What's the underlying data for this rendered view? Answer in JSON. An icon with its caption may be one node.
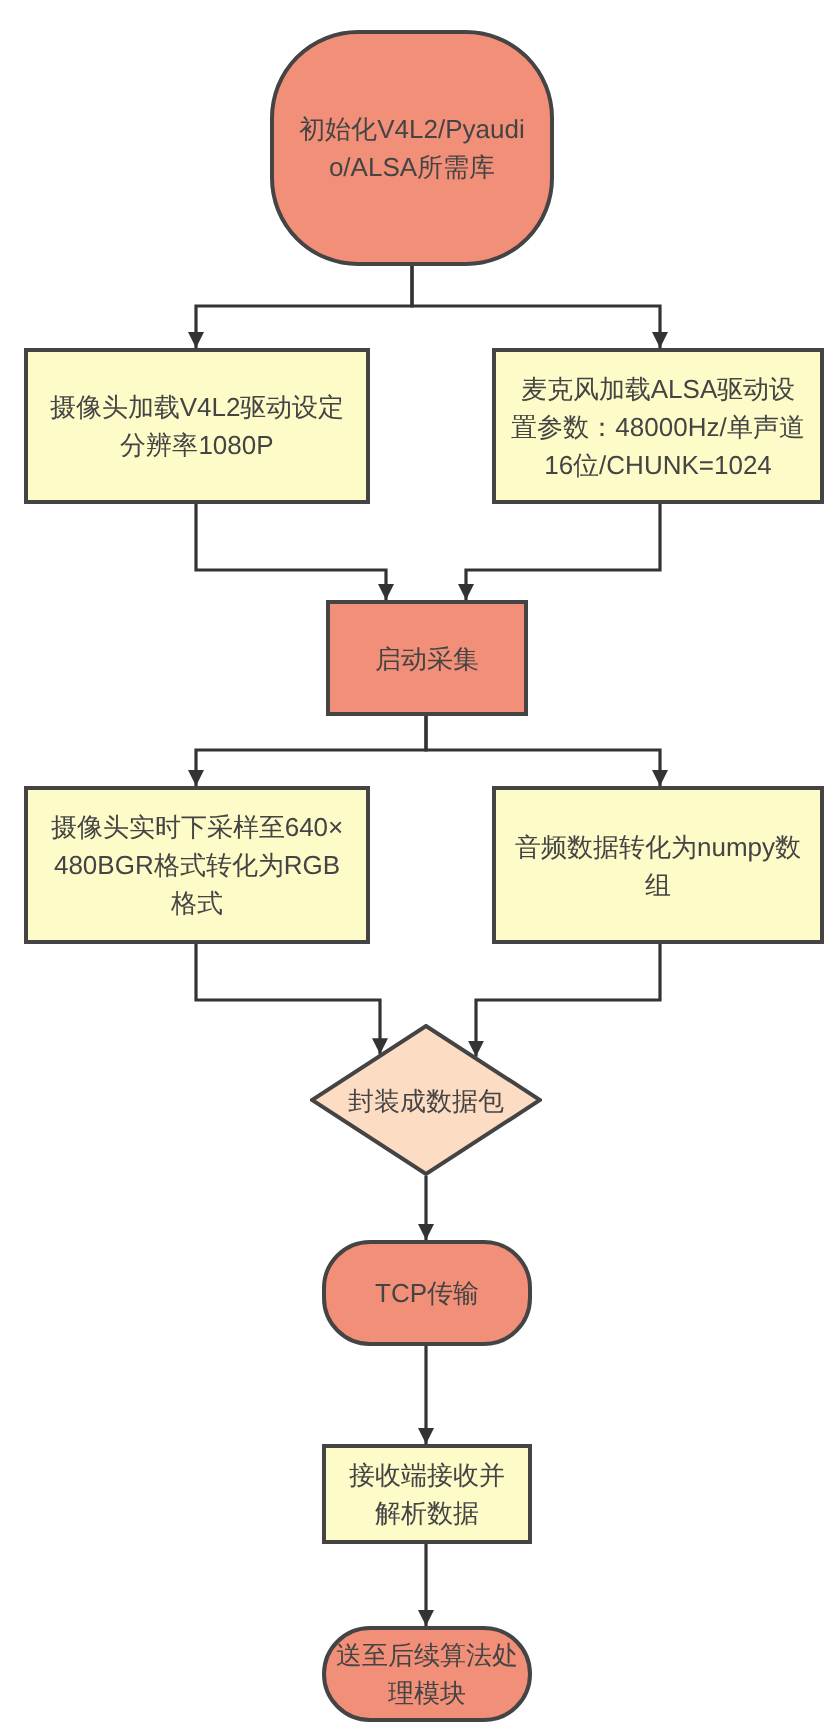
{
  "diagram": {
    "nodes": [
      {
        "text": [
          "初始化V4L2/Pyaudio/ALSA所需库"
        ]
      },
      {
        "text": [
          "摄像头加载V4L2驱动设定分辨率1080P"
        ]
      },
      {
        "text": [
          "麦克风加载ALSA驱动设置参数：48000Hz/单声道16位/CHUNK=1024"
        ]
      },
      {
        "text": [
          "启动采集"
        ]
      },
      {
        "text": [
          "摄像头实时下采样至640×480BGR格式转化为RGB格式"
        ]
      },
      {
        "text": [
          "音频数据转化为numpy数组"
        ]
      },
      {
        "text": [
          "封装成数据包"
        ]
      },
      {
        "text": [
          "TCP传输"
        ]
      },
      {
        "text": [
          "接收端接收并解析数据"
        ]
      },
      {
        "text": [
          "送至后续算法处理模块"
        ]
      }
    ],
    "edges": [
      {
        "from": 0,
        "to": 1,
        "arrow": "to"
      },
      {
        "from": 0,
        "to": 2,
        "arrow": "to"
      },
      {
        "from": 1,
        "to": 3,
        "arrow": "to"
      },
      {
        "from": 2,
        "to": 3,
        "arrow": "to"
      },
      {
        "from": 3,
        "to": 4,
        "arrow": "to"
      },
      {
        "from": 3,
        "to": 5,
        "arrow": "to"
      },
      {
        "from": 4,
        "to": 6,
        "arrow": "to"
      },
      {
        "from": 5,
        "to": 6,
        "arrow": "to"
      },
      {
        "from": 6,
        "to": 7,
        "arrow": "to"
      },
      {
        "from": 7,
        "to": 8,
        "arrow": "to"
      },
      {
        "from": 8,
        "to": 9,
        "arrow": "to"
      }
    ]
  }
}
